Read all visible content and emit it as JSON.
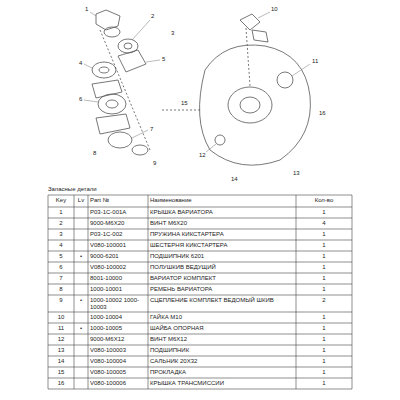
{
  "diagram": {
    "title": "Запасные детали",
    "labels": [
      "1",
      "2",
      "3",
      "4",
      "5",
      "6",
      "7",
      "8",
      "9",
      "10",
      "11",
      "12",
      "13",
      "14",
      "15",
      "16",
      "Key",
      "Lv",
      "Part №",
      "Наименование",
      "Кол-во",
      "1",
      "P03-1C-001A",
      "КРЫШКА ВАРИАТОРА",
      "1",
      "2",
      "9000-M6X20",
      "ВИНТ М6Х20",
      "4",
      "3",
      "P03-1C-002",
      "ПРУЖИНА КИКСТАРТЕРА",
      "1",
      "4",
      "V080-100001",
      "ШЕСТЕРНЯ КИКСТАРТЕРА",
      "1",
      "5",
      "•",
      "9000-6201",
      "ПОДШИПНИК 6201",
      "1",
      "6",
      "V080-100002",
      "ПОЛУШКИВ ВЕДУЩИЙ",
      "1",
      "7",
      "8001-10000",
      "ВАРИАТОР КОМПЛЕКТ",
      "1",
      "8",
      "1000-10001",
      "РЕМЕНЬ ВАРИАТОРА",
      "1",
      "9",
      "•",
      "1000-10002 1000-10003",
      "СЦЕПЛЕНИЕ КОМПЛЕКТ ВЕДОМЫЙ ШКИВ",
      "2",
      "10",
      "1000-10004",
      "ГАЙКА М10",
      "1",
      "11",
      "•",
      "1000-10005",
      "ШАЙБА ОПОРНАЯ",
      "1",
      "12",
      "9000-M6X12",
      "ВИНТ М6Х12",
      "1",
      "13",
      "V080-100003",
      "ПОДШИПНИК",
      "1",
      "14",
      "V080-100004",
      "САЛЬНИК 20Х32",
      "1",
      "15",
      "V080-100005",
      "ПРОКЛАДКА",
      "1",
      "16",
      "V080-100006",
      "КРЫШКА ТРАНСМИССИИ",
      "1"
    ]
  }
}
